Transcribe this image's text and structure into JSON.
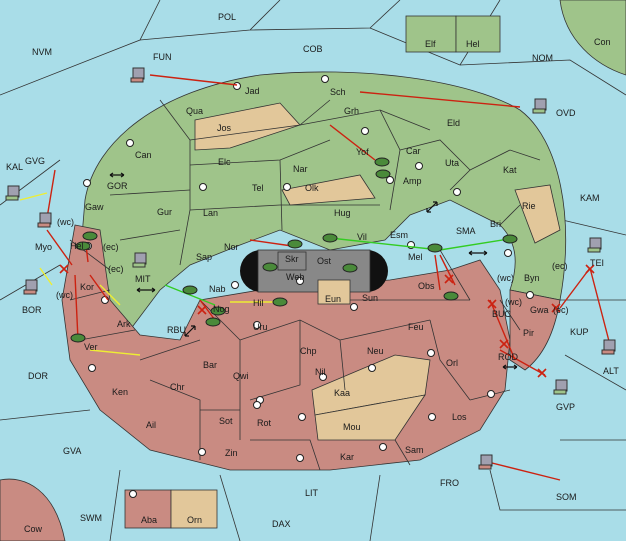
{
  "colors": {
    "sea": "#a9dde8",
    "green": "#9fc48a",
    "red": "#c98b82",
    "tan": "#e2c79a",
    "dark": "#888888",
    "black": "#111111",
    "move_red": "#cc2211",
    "move_green": "#33cc22",
    "move_yellow": "#eeee33"
  },
  "sea_labels": [
    {
      "id": "pol",
      "text": "POL"
    },
    {
      "id": "nvm",
      "text": "NVM"
    },
    {
      "id": "fun",
      "text": "FUN"
    },
    {
      "id": "cob",
      "text": "COB"
    },
    {
      "id": "nom",
      "text": "NOM"
    },
    {
      "id": "con",
      "text": "Con"
    },
    {
      "id": "ovd",
      "text": "OVD"
    },
    {
      "id": "kal",
      "text": "KAL"
    },
    {
      "id": "gvg",
      "text": "GVG"
    },
    {
      "id": "gor",
      "text": "GOR"
    },
    {
      "id": "myo",
      "text": "Myo"
    },
    {
      "id": "kam",
      "text": "KAM"
    },
    {
      "id": "sma",
      "text": "SMA"
    },
    {
      "id": "tei",
      "text": "TEI"
    },
    {
      "id": "bor",
      "text": "BOR"
    },
    {
      "id": "mit",
      "text": "MIT"
    },
    {
      "id": "rbu",
      "text": "RBU"
    },
    {
      "id": "buc",
      "text": "BUC"
    },
    {
      "id": "kup",
      "text": "KUP"
    },
    {
      "id": "alt",
      "text": "ALT"
    },
    {
      "id": "rod",
      "text": "ROD"
    },
    {
      "id": "gvp",
      "text": "GVP"
    },
    {
      "id": "dor",
      "text": "DOR"
    },
    {
      "id": "gva",
      "text": "GVA"
    },
    {
      "id": "fro",
      "text": "FRO"
    },
    {
      "id": "lit",
      "text": "LIT"
    },
    {
      "id": "som",
      "text": "SOM"
    },
    {
      "id": "swm",
      "text": "SWM"
    },
    {
      "id": "dax",
      "text": "DAX"
    },
    {
      "id": "cow",
      "text": "Cow"
    }
  ],
  "land_labels": [
    {
      "id": "jad",
      "text": "Jad"
    },
    {
      "id": "sch",
      "text": "Sch"
    },
    {
      "id": "qua",
      "text": "Qua"
    },
    {
      "id": "grh",
      "text": "Grh"
    },
    {
      "id": "jos",
      "text": "Jos"
    },
    {
      "id": "eld",
      "text": "Eld"
    },
    {
      "id": "can",
      "text": "Can"
    },
    {
      "id": "yof",
      "text": "Yof"
    },
    {
      "id": "car",
      "text": "Car"
    },
    {
      "id": "uta",
      "text": "Uta"
    },
    {
      "id": "elc",
      "text": "Elc"
    },
    {
      "id": "nar",
      "text": "Nar"
    },
    {
      "id": "kat",
      "text": "Kat"
    },
    {
      "id": "tel",
      "text": "Tel"
    },
    {
      "id": "olk",
      "text": "Olk"
    },
    {
      "id": "amp",
      "text": "Amp"
    },
    {
      "id": "gaw",
      "text": "Gaw"
    },
    {
      "id": "rie",
      "text": "Rie"
    },
    {
      "id": "gur",
      "text": "Gur"
    },
    {
      "id": "lan",
      "text": "Lan"
    },
    {
      "id": "hug",
      "text": "Hug"
    },
    {
      "id": "bri",
      "text": "Bri"
    },
    {
      "id": "nor",
      "text": "Nor"
    },
    {
      "id": "skr",
      "text": "Skr"
    },
    {
      "id": "vil",
      "text": "Vil"
    },
    {
      "id": "esm",
      "text": "Esm"
    },
    {
      "id": "hel",
      "text": "Hel"
    },
    {
      "id": "sap",
      "text": "Sap"
    },
    {
      "id": "ost",
      "text": "Ost"
    },
    {
      "id": "web",
      "text": "Web"
    },
    {
      "id": "mel",
      "text": "Mel"
    },
    {
      "id": "byn",
      "text": "Byn"
    },
    {
      "id": "kor",
      "text": "Kor"
    },
    {
      "id": "nab",
      "text": "Nab"
    },
    {
      "id": "eun",
      "text": "Eun"
    },
    {
      "id": "sun",
      "text": "Sun"
    },
    {
      "id": "obs",
      "text": "Obs"
    },
    {
      "id": "hil",
      "text": "Hil"
    },
    {
      "id": "gwa",
      "text": "Gwa"
    },
    {
      "id": "ark",
      "text": "Ark"
    },
    {
      "id": "nog",
      "text": "Nog"
    },
    {
      "id": "uru",
      "text": "Uru"
    },
    {
      "id": "feu",
      "text": "Feu"
    },
    {
      "id": "pir",
      "text": "Pir"
    },
    {
      "id": "ver",
      "text": "Ver"
    },
    {
      "id": "chp",
      "text": "Chp"
    },
    {
      "id": "neu",
      "text": "Neu"
    },
    {
      "id": "orl",
      "text": "Orl"
    },
    {
      "id": "bar",
      "text": "Bar"
    },
    {
      "id": "nil",
      "text": "Nil"
    },
    {
      "id": "qwi",
      "text": "Qwi"
    },
    {
      "id": "ken",
      "text": "Ken"
    },
    {
      "id": "chr",
      "text": "Chr"
    },
    {
      "id": "kaa",
      "text": "Kaa"
    },
    {
      "id": "ail",
      "text": "Ail"
    },
    {
      "id": "sot",
      "text": "Sot"
    },
    {
      "id": "rot",
      "text": "Rot"
    },
    {
      "id": "los",
      "text": "Los"
    },
    {
      "id": "mou",
      "text": "Mou"
    },
    {
      "id": "zin",
      "text": "Zin"
    },
    {
      "id": "kar",
      "text": "Kar"
    },
    {
      "id": "sam",
      "text": "Sam"
    },
    {
      "id": "elf",
      "text": "Elf"
    },
    {
      "id": "hel2",
      "text": "Hel"
    },
    {
      "id": "aba",
      "text": "Aba"
    },
    {
      "id": "orn",
      "text": "Orn"
    }
  ],
  "coast_labels": [
    {
      "id": "myo_wc",
      "text": "(wc)"
    },
    {
      "id": "hel_ec",
      "text": "(ec)"
    },
    {
      "id": "kor_ec",
      "text": "(ec)"
    },
    {
      "id": "kor_wc",
      "text": "(wc)"
    },
    {
      "id": "byn_wc",
      "text": "(wc)"
    },
    {
      "id": "byn_ec",
      "text": "(ec)"
    },
    {
      "id": "gwa_wc",
      "text": "(wc)"
    },
    {
      "id": "gwa_ec",
      "text": "(ec)"
    }
  ]
}
